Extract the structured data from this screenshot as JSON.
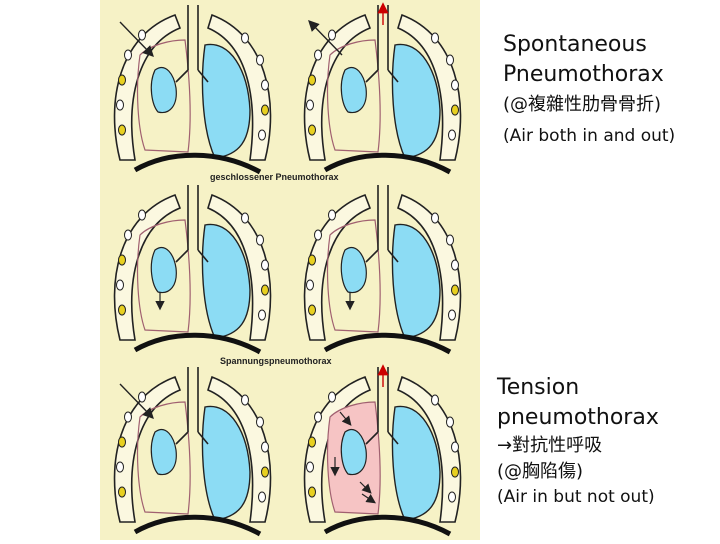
{
  "figure": {
    "background_color": "#f6f2c6",
    "lung_color": "#8cdcf4",
    "tension_shade_color": "#f6c4c4",
    "arrow_color": "#cc0000",
    "caption_closed": "geschlossener Pneumothorax",
    "caption_tension": "Spannungspneumothorax"
  },
  "spontaneous": {
    "line1": "Spontaneous",
    "line2": "Pneumothorax",
    "line3": "(@複雜性肋骨骨折)",
    "line4": "(Air both in and out)"
  },
  "tension": {
    "line1": "Tension",
    "line2": "pneumothorax",
    "line3": "→對抗性呼吸",
    "line4": "(@胸陷傷)",
    "line5": "(Air in but not out)"
  }
}
